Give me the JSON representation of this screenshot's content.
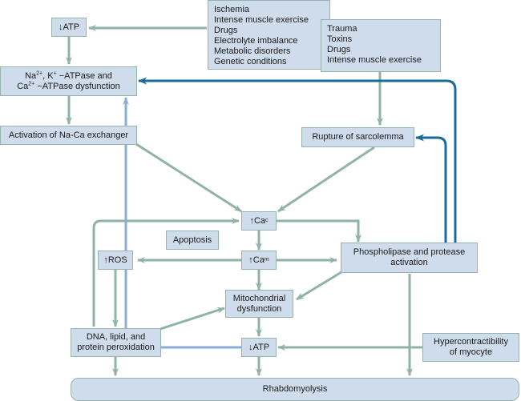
{
  "diagram": {
    "title": "Pathophysiology of rhabdomyolysis",
    "colors": {
      "box_fill": "#cfdceb",
      "box_border": "#95b5aa",
      "arrow_green": "#8fb3a6",
      "arrow_dark_blue": "#1a6a9c",
      "arrow_light_blue": "#8aaed6"
    },
    "nodes": {
      "atp_top": {
        "arrow": "↓",
        "label": "ATP"
      },
      "causes_1": {
        "items": [
          "Ischemia",
          "Intense muscle exercise",
          "Drugs",
          "Electrolyte imbalance",
          "Metabolic disorders",
          "Genetic conditions"
        ]
      },
      "causes_2": {
        "items": [
          "Trauma",
          "Toxins",
          "Drugs",
          "Intense muscle exercise"
        ]
      },
      "atpase": {
        "na": "Na",
        "na_sup": "2+",
        "k": ", K",
        "k_sup": "+",
        "line1_rest": " −ATPase and",
        "ca": "Ca",
        "ca_sup": "2+",
        "line2_rest": " −ATPase dysfunction"
      },
      "exchanger": {
        "label": "Activation of Na-Ca exchanger"
      },
      "sarcolemma": {
        "label": "Rupture of sarcolemma"
      },
      "ca_c": {
        "arrow": "↑",
        "base": "Ca",
        "sub": "c"
      },
      "apoptosis": {
        "label": "Apoptosis"
      },
      "ca_m": {
        "arrow": "↑",
        "base": "Ca",
        "sub": "m"
      },
      "ros": {
        "arrow": "↑",
        "label": "ROS"
      },
      "phospholipase": {
        "line1": "Phospholipase and protease",
        "line2": "activation"
      },
      "mito": {
        "line1": "Mitochondrial",
        "line2": "dysfunction"
      },
      "peroxidation": {
        "line1": "DNA, lipid, and",
        "line2": "protein peroxidation"
      },
      "atp_bottom": {
        "arrow": "↓",
        "label": "ATP"
      },
      "hypercontract": {
        "line1": "Hypercontractibility",
        "line2": "of myocyte"
      },
      "rhabdo": {
        "label": "Rhabdomyolysis"
      }
    }
  }
}
